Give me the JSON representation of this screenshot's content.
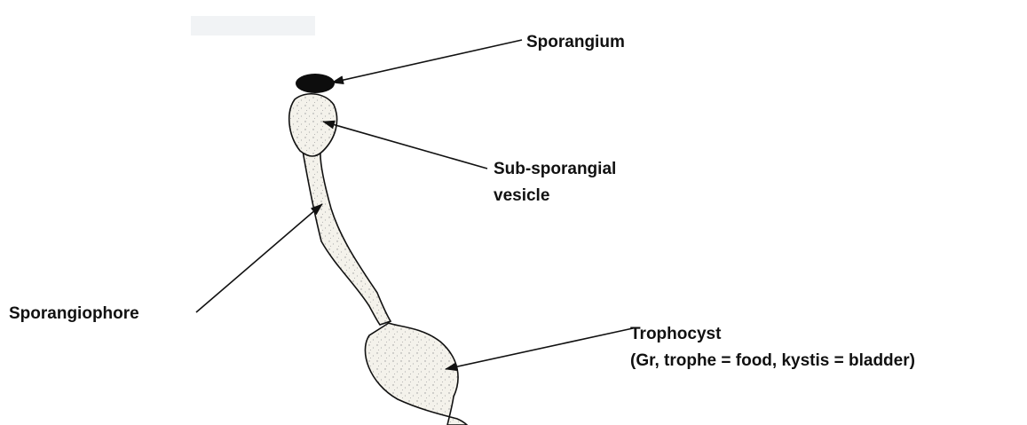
{
  "labels": {
    "sporangium": "Sporangium",
    "sub_sporangial_line1": "Sub-sporangial",
    "sub_sporangial_line2": "vesicle",
    "sporangiophore": "Sporangiophore",
    "trophocyst_line1": "Trophocyst",
    "trophocyst_line2": "(Gr, trophe = food, kystis = bladder)"
  },
  "colors": {
    "ink": "#111111",
    "sporangium_fill": "#0d0d0d",
    "cell_fill": "#f3f1ea",
    "background": "#ffffff"
  }
}
